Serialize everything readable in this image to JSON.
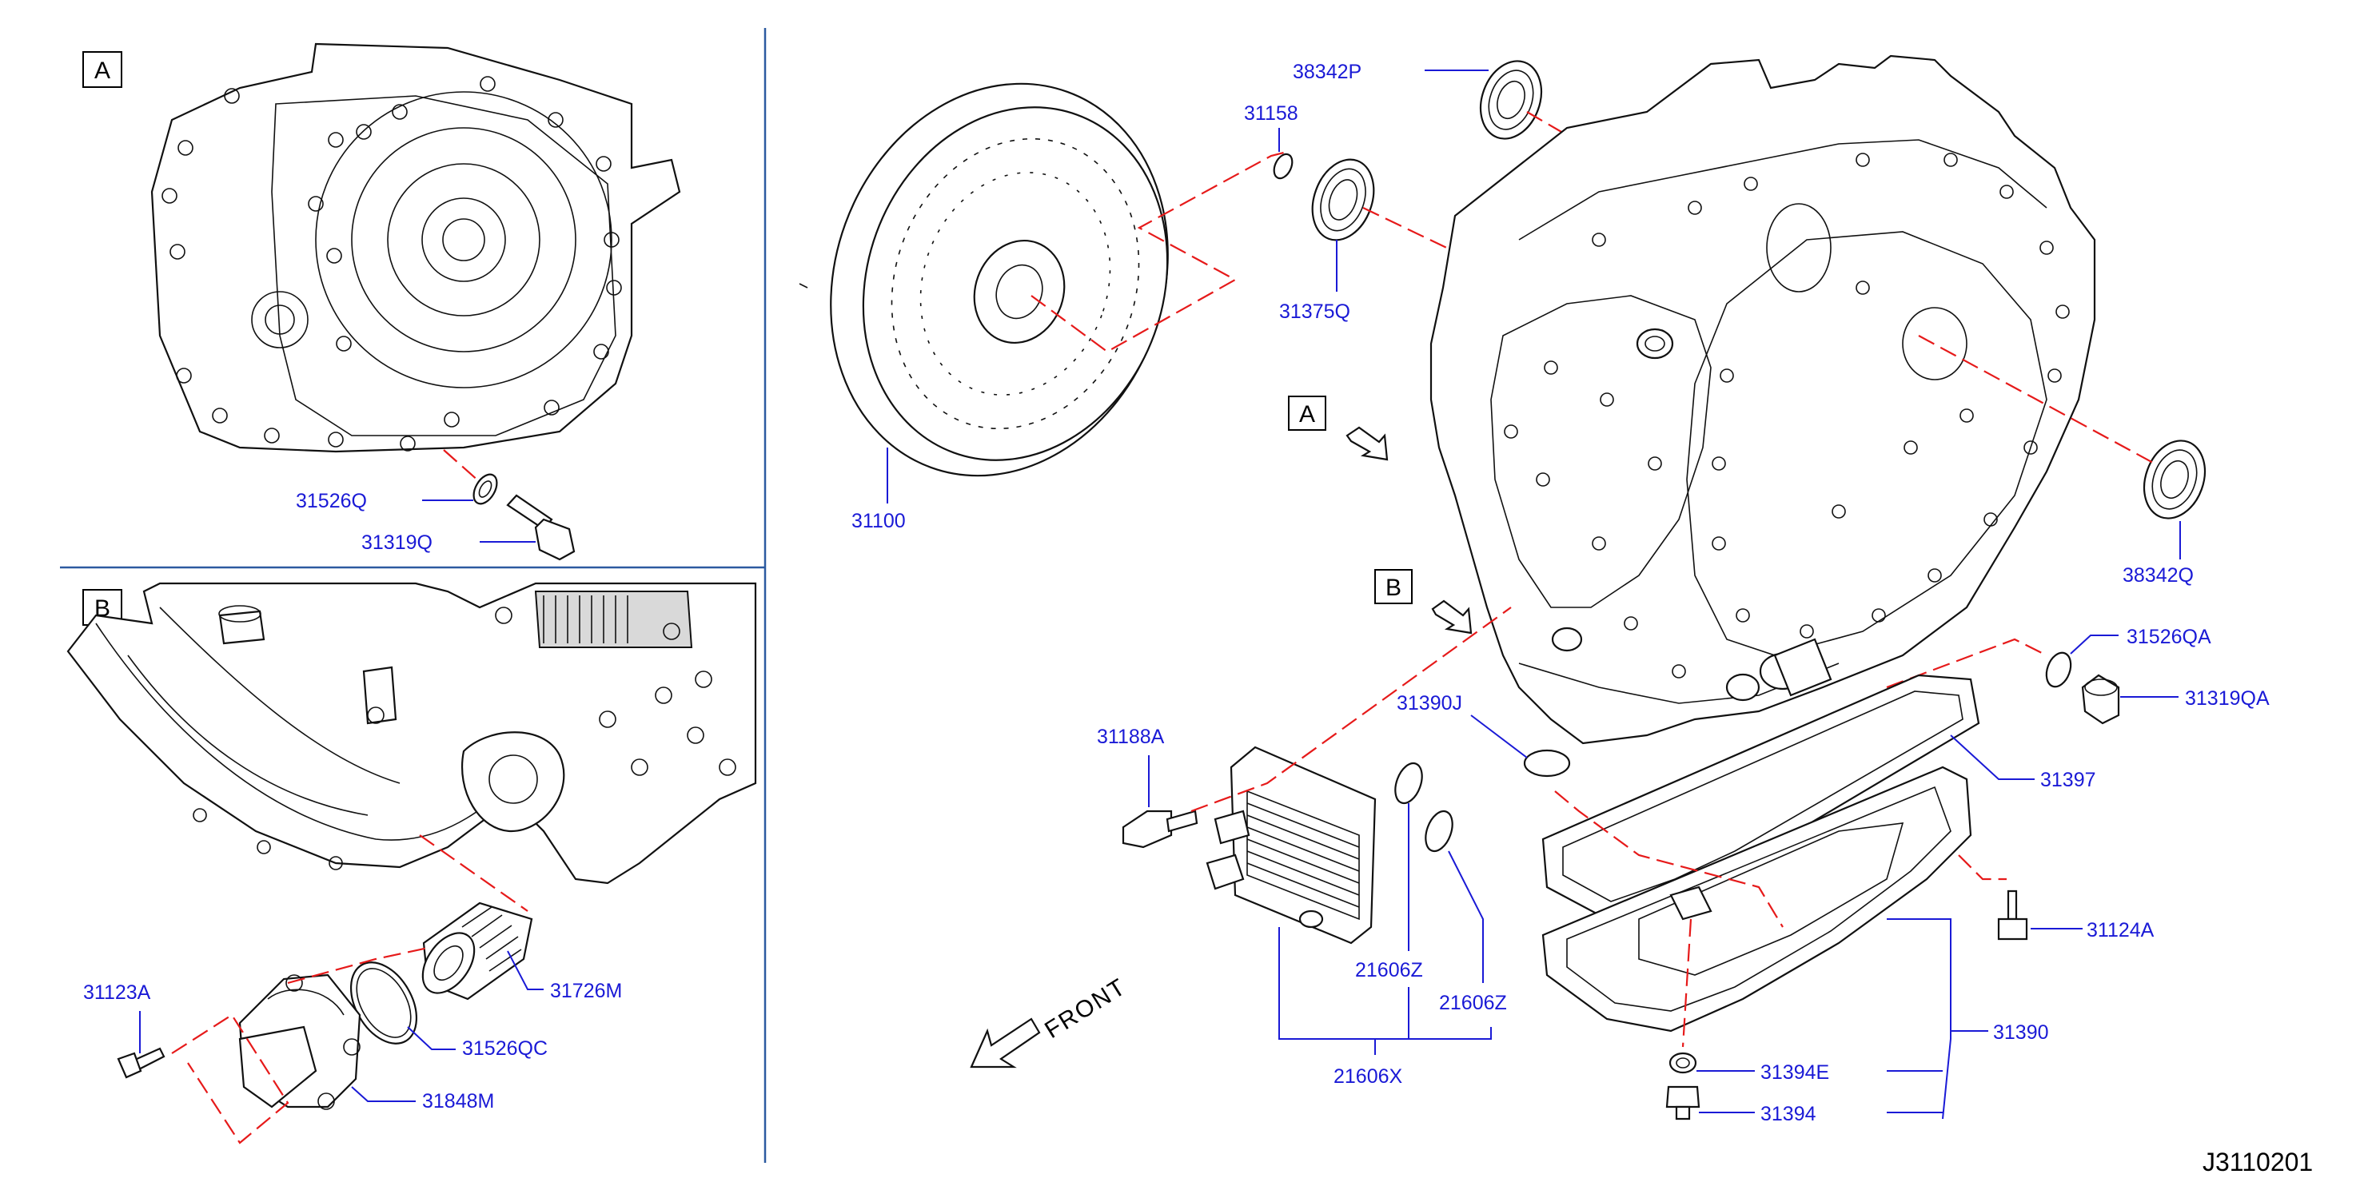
{
  "sections": {
    "A": "A",
    "B": "B"
  },
  "views": {
    "view_a_label": "A",
    "view_b_label": "B"
  },
  "front_label": "FRONT",
  "diagram_ref": "J3110201",
  "parts": {
    "p38342P": "38342P",
    "p31158": "31158",
    "p31375Q": "31375Q",
    "p31100": "31100",
    "p38342Q": "38342Q",
    "p31526QA": "31526QA",
    "p31319QA": "31319QA",
    "p31390J": "31390J",
    "p31188A": "31188A",
    "p31397": "31397",
    "p31124A": "31124A",
    "p21606Z_a": "21606Z",
    "p21606Z_b": "21606Z",
    "p21606X": "21606X",
    "p31390": "31390",
    "p31394E": "31394E",
    "p31394": "31394",
    "p31526Q": "31526Q",
    "p31319Q": "31319Q",
    "p31123A": "31123A",
    "p31726M": "31726M",
    "p31526QC": "31526QC",
    "p31848M": "31848M"
  },
  "colors": {
    "label": "#1a1ad6",
    "callout_dash": "#e61a1a",
    "divider": "#2c5aa0",
    "outline": "#111111"
  }
}
